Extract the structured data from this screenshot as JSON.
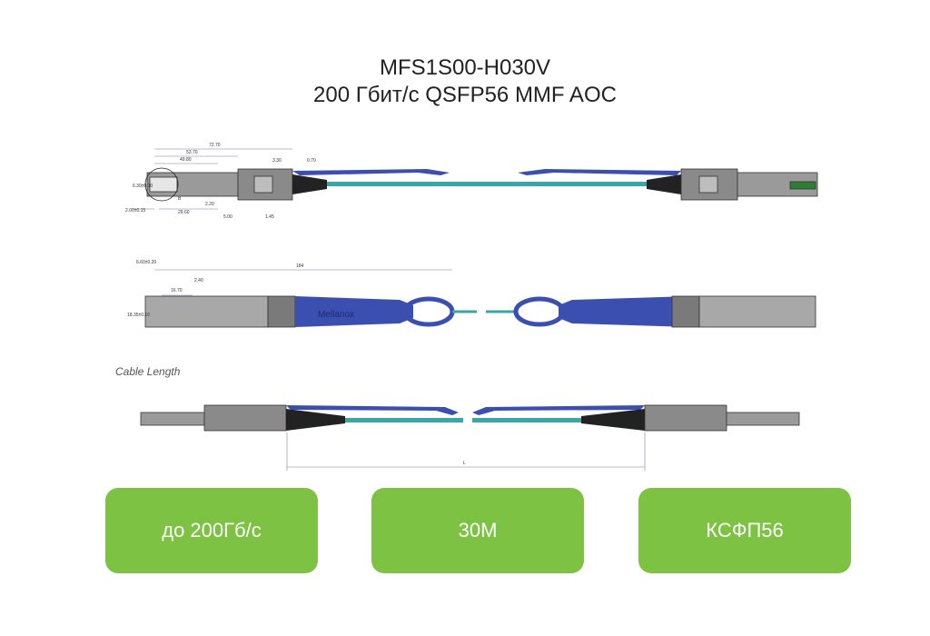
{
  "header": {
    "model": "MFS1S00-H030V",
    "description": "200 Гбит/с QSFP56 MMF AOC"
  },
  "drawing": {
    "top_view_dims": [
      "72.70",
      "53.70",
      "49.80",
      "29.60",
      "3.30",
      "0.70",
      "5.00",
      "2.20",
      "1.45",
      "6.30±0.10",
      "2.00±0.15",
      "B"
    ],
    "side_view_dims": [
      "184",
      "16.70",
      "2.40",
      "6.60±0.20",
      "18.35±0.10"
    ],
    "brand_text": "Mellanox",
    "cable_length_caption": "Cable Length",
    "length_marker": "L"
  },
  "badges": [
    {
      "label": "до 200Гб/с"
    },
    {
      "label": "30M"
    },
    {
      "label": "КСФП56"
    }
  ],
  "colors": {
    "badge_green": "#7dc242",
    "cable_teal": "#3aa6a8",
    "boot_blue": "#3b4fb0",
    "housing_gray": "#8c8c8c"
  }
}
